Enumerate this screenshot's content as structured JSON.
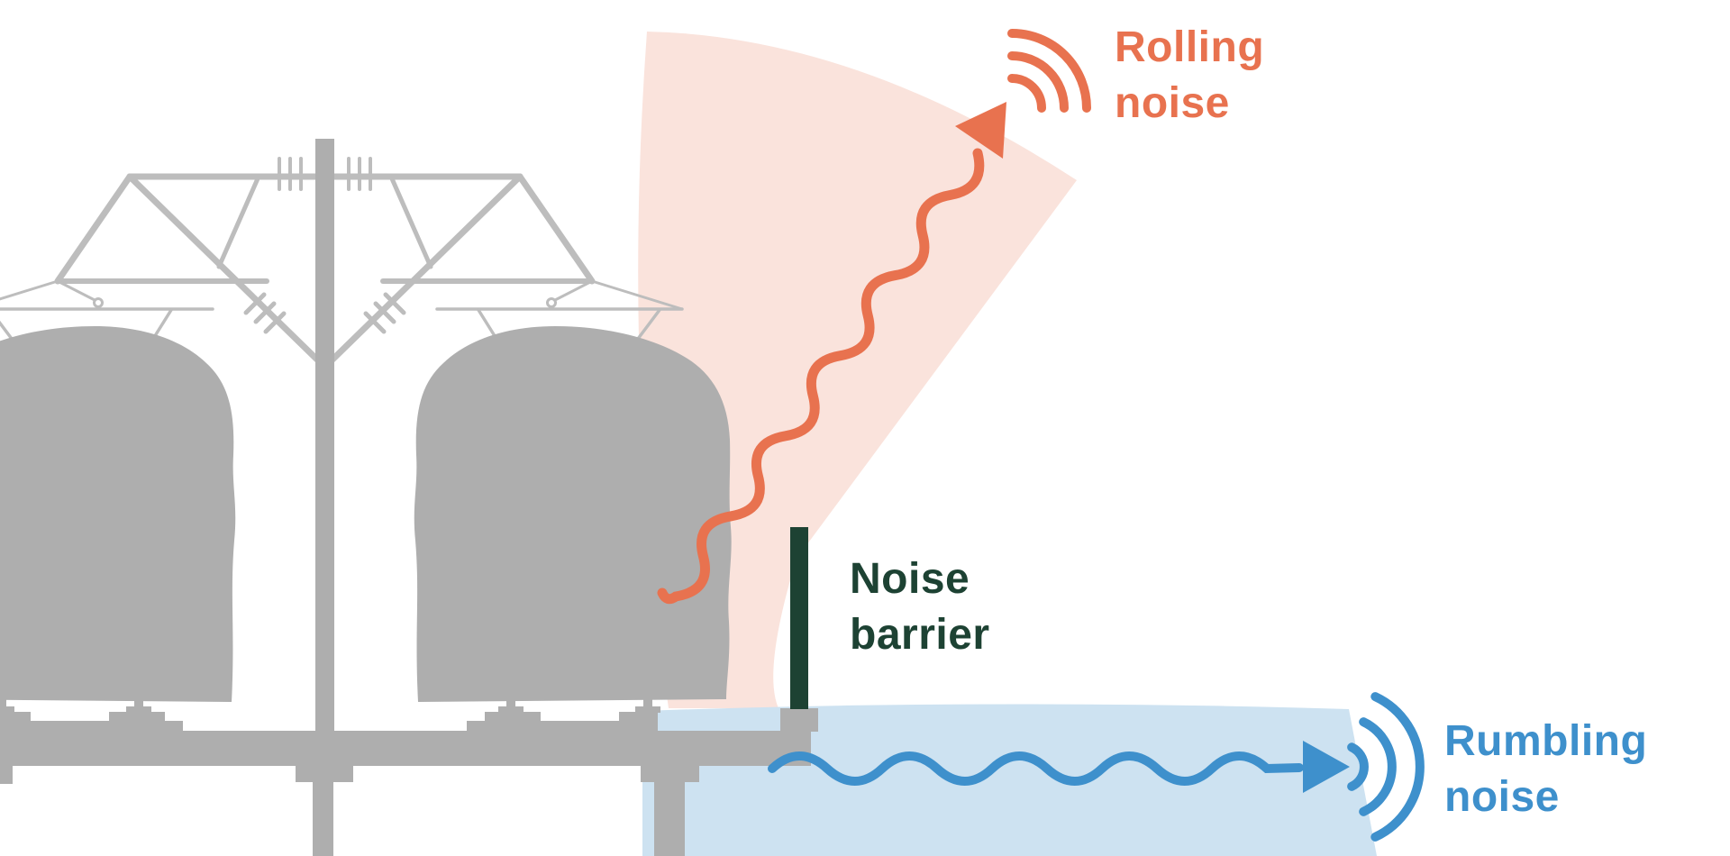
{
  "diagram": {
    "labels": {
      "rolling_noise": {
        "line1": "Rolling",
        "line2": "noise"
      },
      "noise_barrier": {
        "line1": "Noise",
        "line2": "barrier"
      },
      "rumbling_noise": {
        "line1": "Rumbling",
        "line2": "noise"
      }
    },
    "colors": {
      "rolling_orange": "#E8724F",
      "rolling_cone_pink": "#FAE3DC",
      "rumbling_blue": "#3E90CC",
      "rumbling_zone_blue": "#CDE2F1",
      "barrier_green": "#1D4233",
      "train_gray": "#AEAEAE",
      "structure_gray": "#BDBDBD",
      "background": "#FFFFFF"
    },
    "icons": {
      "rolling_sound": "sound-waves-icon",
      "rumbling_sound": "sound-waves-icon"
    }
  }
}
